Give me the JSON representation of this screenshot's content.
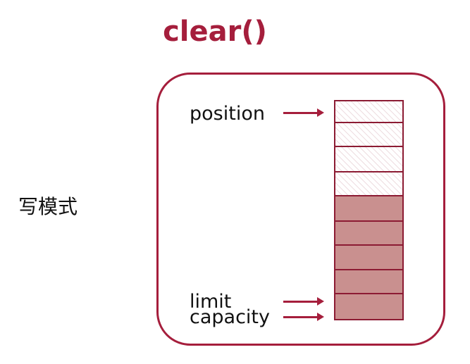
{
  "title": "clear()",
  "mode_label": "写模式",
  "pointers": {
    "position": "position",
    "limit": "limit",
    "capacity": "capacity"
  },
  "buffer": {
    "cells": [
      "empty",
      "empty",
      "empty",
      "empty",
      "filled",
      "filled",
      "filled",
      "filled",
      "filled"
    ]
  },
  "colors": {
    "accent": "#a51e3c",
    "filled_cell": "#c9908f",
    "cell_border": "#8c1b33"
  }
}
